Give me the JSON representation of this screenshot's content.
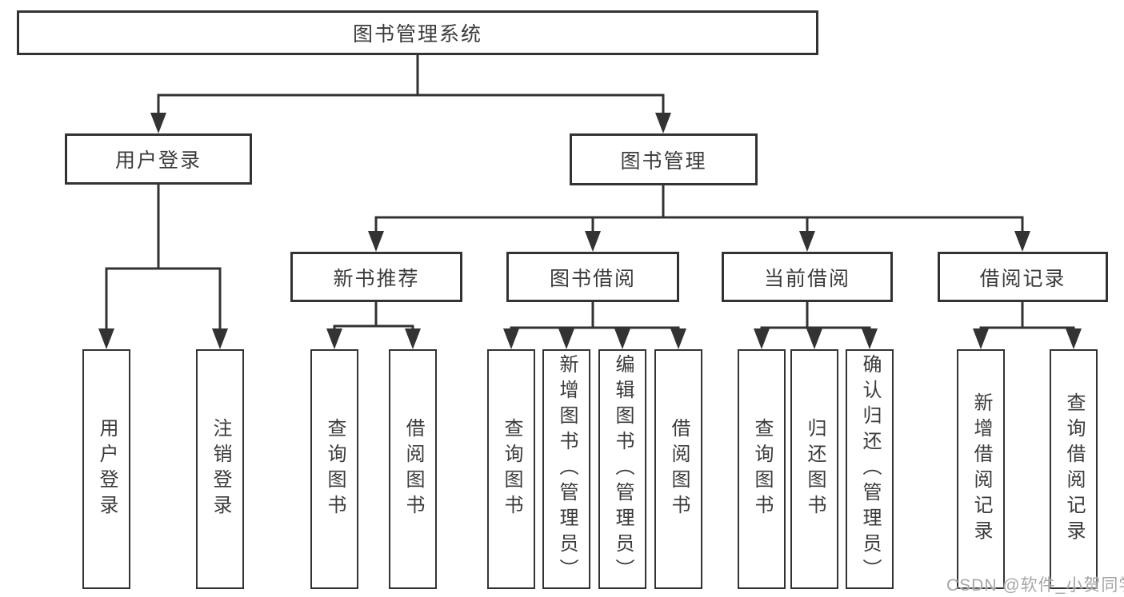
{
  "page": {
    "background": "#ffffff"
  },
  "diagram": {
    "type": "hierarchy-tree",
    "root": {
      "label": "图书管理系统"
    },
    "level2": [
      {
        "label": "用户登录",
        "parent": "图书管理系统"
      },
      {
        "label": "图书管理",
        "parent": "图书管理系统"
      }
    ],
    "level3": [
      {
        "label": "新书推荐",
        "parent": "图书管理"
      },
      {
        "label": "图书借阅",
        "parent": "图书管理"
      },
      {
        "label": "当前借阅",
        "parent": "图书管理"
      },
      {
        "label": "借阅记录",
        "parent": "图书管理"
      }
    ],
    "leaves": [
      {
        "label": "用户登录",
        "parent": "用户登录"
      },
      {
        "label": "注销登录",
        "parent": "用户登录"
      },
      {
        "label": "查询图书",
        "parent": "新书推荐"
      },
      {
        "label": "借阅图书",
        "parent": "新书推荐"
      },
      {
        "label": "查询图书",
        "parent": "图书借阅"
      },
      {
        "label": "新增图书（管理员）",
        "parent": "图书借阅"
      },
      {
        "label": "编辑图书（管理员）",
        "parent": "图书借阅"
      },
      {
        "label": "借阅图书",
        "parent": "图书借阅"
      },
      {
        "label": "查询图书",
        "parent": "当前借阅"
      },
      {
        "label": "归还图书",
        "parent": "当前借阅"
      },
      {
        "label": "确认归还（管理员）",
        "parent": "当前借阅"
      },
      {
        "label": "新增借阅记录",
        "parent": "借阅记录"
      },
      {
        "label": "查询借阅记录",
        "parent": "借阅记录"
      }
    ],
    "colors": {
      "line": "#333333",
      "text": "#3b3b3b",
      "box_fill": "#ffffff"
    }
  },
  "watermark": {
    "text": "CSDN @软件_小贺同学",
    "color": "#a6a6a6"
  }
}
